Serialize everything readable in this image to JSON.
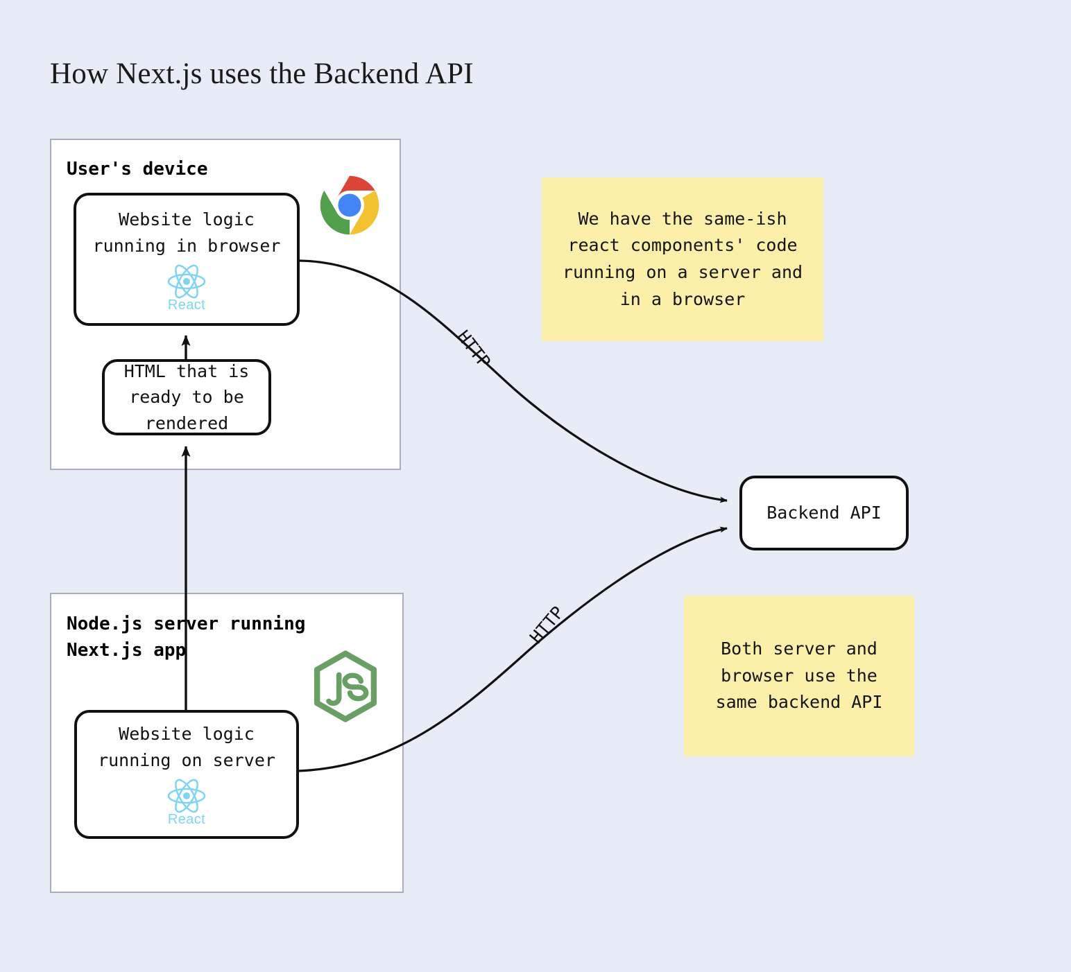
{
  "page": {
    "title": "How Next.js uses the Backend API",
    "background_color": "#e8ecf6"
  },
  "zones": [
    {
      "id": "users-device",
      "label": "User's device",
      "logo": "chrome-logo"
    },
    {
      "id": "node-server",
      "label": "Node.js server running\nNext.js app",
      "logo": "nodejs-logo"
    }
  ],
  "nodes": {
    "browser_logic": {
      "text": "Website logic\nrunning in browser",
      "logo": "react-logo",
      "logo_label": "React"
    },
    "html_ready": {
      "text": "HTML that is\nready to be\nrendered"
    },
    "server_logic": {
      "text": "Website logic\nrunning on server",
      "logo": "react-logo",
      "logo_label": "React"
    },
    "backend_api": {
      "text": "Backend API"
    }
  },
  "notes": [
    {
      "id": "note-same-code",
      "text": "We have the same-ish\nreact components' code\nrunning on a server and\nin a browser",
      "color": "#fcefa9"
    },
    {
      "id": "note-same-api",
      "text": "Both server and\nbrowser use the\nsame backend API",
      "color": "#fcefa9"
    }
  ],
  "edges": [
    {
      "id": "browser-to-api",
      "label": "HTTP"
    },
    {
      "id": "server-to-api",
      "label": "HTTP"
    },
    {
      "id": "server-to-html",
      "label": ""
    }
  ],
  "colors": {
    "react_blue": "#7ed4f2",
    "node_green": "#689f63",
    "chrome_red": "#db4437",
    "chrome_yellow": "#f2c230",
    "chrome_green": "#52a04e",
    "chrome_blue": "#4285f4",
    "note_yellow": "#fcefa9",
    "zone_border": "#a9aeba",
    "stroke": "#111111"
  }
}
